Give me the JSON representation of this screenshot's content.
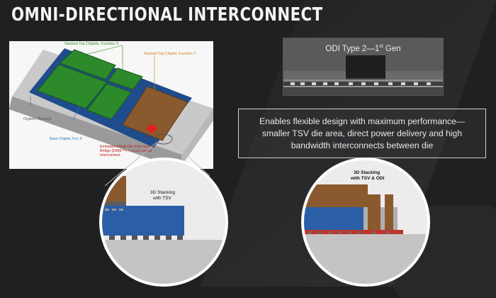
{
  "slide": {
    "title": "OMNI-DIRECTIONAL INTERCONNECT"
  },
  "diagram": {
    "labels": {
      "stacked_top_chiplets": "Stacked Top Chiplets, Function X",
      "stacked_top_chiplet_2": "Stacked Top Chiplet, Function Y",
      "organic_package": "Organic Package",
      "base_chiplet": "Base Chiplet, Fcn X",
      "emib": "Embedded Multi-Die Interconnect Bridge (EMIB™) – Local Lateral Interconnect"
    }
  },
  "cross_section": {
    "label_prefix": "ODI Type 2—1",
    "label_sup": "st",
    "label_suffix": " Gen"
  },
  "callout": {
    "text": "Enables flexible design with maximum performance—smaller TSV die area, direct power delivery and high bandwidth interconnects between die"
  },
  "zoom_left": {
    "label_line1": "3D Stacking",
    "label_line2": "with TSV"
  },
  "zoom_right": {
    "label_line1": "3D Stacking",
    "label_line2": "with TSV & ODI"
  },
  "colors": {
    "background": "#1f2022",
    "chiplet_green": "#2c8a2a",
    "chiplet_brown": "#8a5a2e",
    "base_blue": "#1f4c8c",
    "package_grey": "#bdbdbd"
  }
}
